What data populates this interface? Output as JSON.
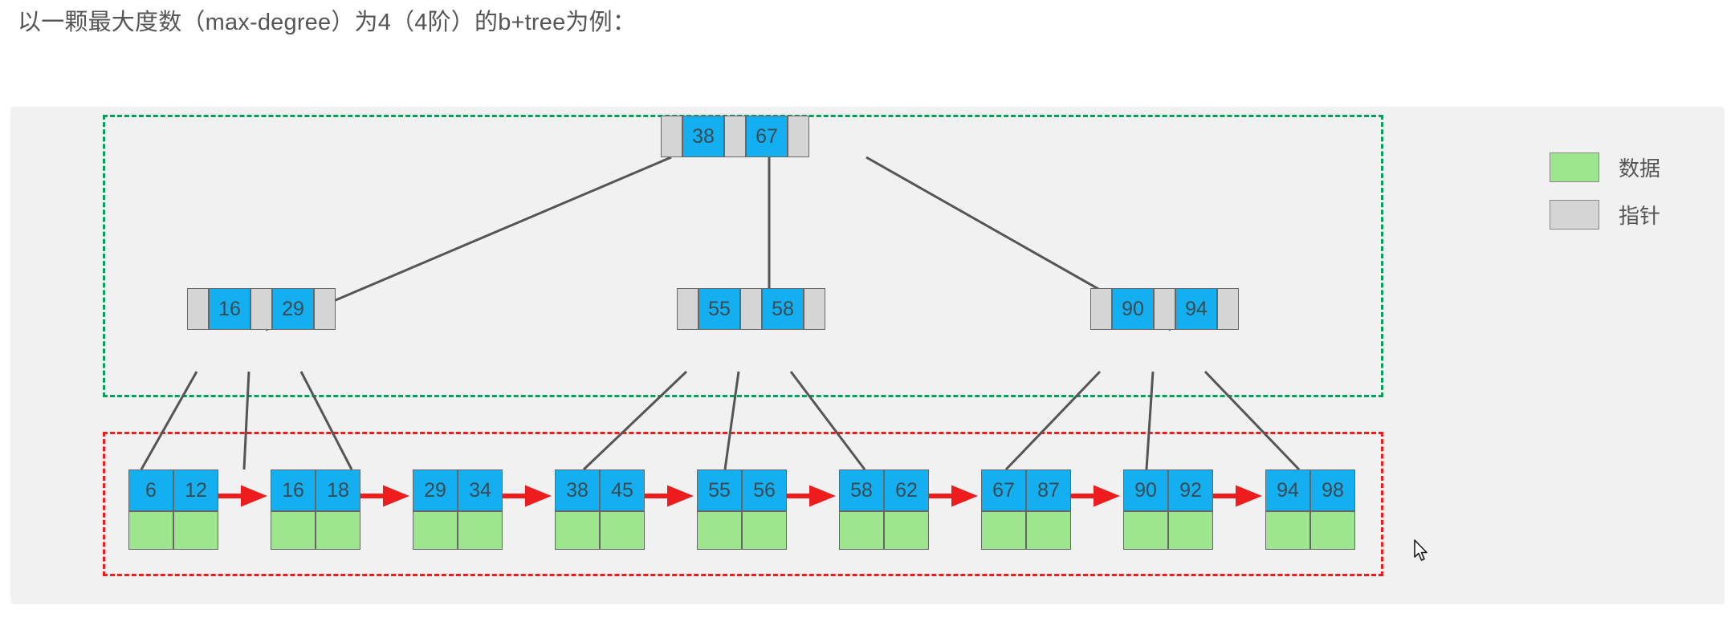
{
  "page": {
    "title": "以一颗最大度数（max-degree）为4（4阶）的b+tree为例："
  },
  "colors": {
    "key_fill": "#13aff0",
    "pointer_fill": "#d5d5d5",
    "data_fill": "#9de58e",
    "internal_group_border": "#00a05a",
    "leaf_group_border": "#ee1c1c",
    "link_arrow": "#ee1c1c",
    "edge_line": "#555555",
    "panel_bg": "#f1f1f1",
    "text": "#3b4a52"
  },
  "legend": {
    "items": [
      {
        "swatch": "data-swatch",
        "label": "数据"
      },
      {
        "swatch": "pointer-swatch",
        "label": "指针"
      }
    ]
  },
  "tree": {
    "root": {
      "keys": [
        "38",
        "67"
      ],
      "pointers": 3
    },
    "internal": [
      {
        "keys": [
          "16",
          "29"
        ],
        "pointers": 3
      },
      {
        "keys": [
          "55",
          "58"
        ],
        "pointers": 3
      },
      {
        "keys": [
          "90",
          "94"
        ],
        "pointers": 3
      }
    ],
    "leaves": [
      {
        "keys": [
          "6",
          "12"
        ]
      },
      {
        "keys": [
          "16",
          "18"
        ]
      },
      {
        "keys": [
          "29",
          "34"
        ]
      },
      {
        "keys": [
          "38",
          "45"
        ]
      },
      {
        "keys": [
          "55",
          "56"
        ]
      },
      {
        "keys": [
          "58",
          "62"
        ]
      },
      {
        "keys": [
          "67",
          "87"
        ]
      },
      {
        "keys": [
          "90",
          "92"
        ]
      },
      {
        "keys": [
          "94",
          "98"
        ]
      }
    ]
  }
}
